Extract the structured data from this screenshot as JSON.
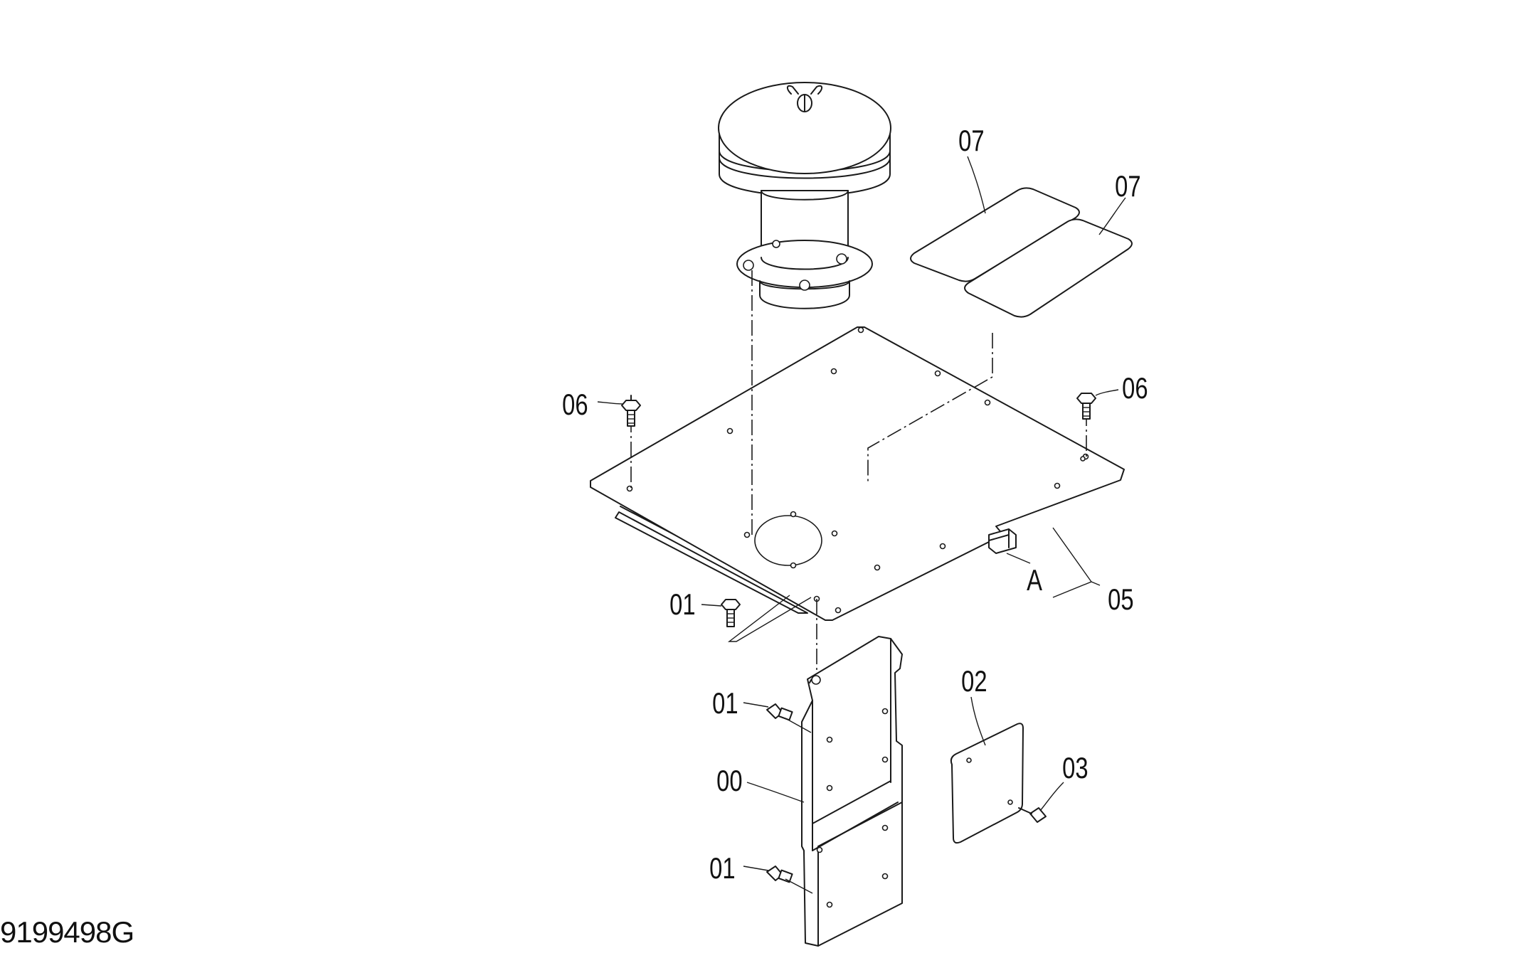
{
  "drawing": {
    "drawing_number": "9199498G",
    "labels": {
      "label_07_a": "07",
      "label_07_b": "07",
      "label_06_left": "06",
      "label_06_right": "06",
      "label_01_top": "01",
      "label_01_mid": "01",
      "label_01_bottom": "01",
      "label_00": "00",
      "label_02": "02",
      "label_03": "03",
      "label_05": "05",
      "label_a": "A"
    }
  }
}
